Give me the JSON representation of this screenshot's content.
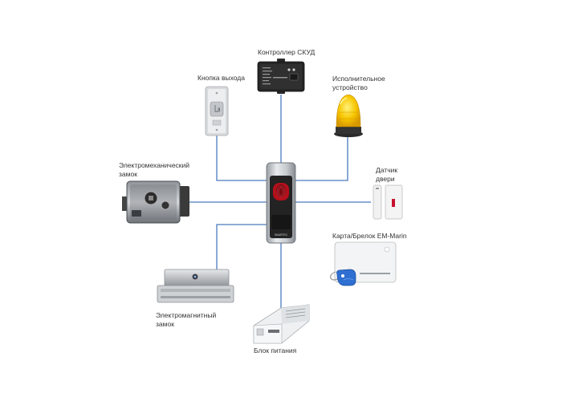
{
  "diagram": {
    "colors": {
      "connector": "#4a7bbf",
      "lamp": "#f2c200"
    },
    "nodes": {
      "controller": {
        "label": "Контроллер СКУД",
        "icon": "controller-box-icon"
      },
      "exit_button": {
        "label": "Кнопка выхода",
        "icon": "exit-button-icon"
      },
      "actuator": {
        "label_line1": "Исполнительное",
        "label_line2": "устройство",
        "icon": "signal-lamp-icon"
      },
      "electromech_lock": {
        "label_line1": "Электромеханический",
        "label_line2": "замок",
        "icon": "electromechanical-lock-icon"
      },
      "reader": {
        "brand": "SMARTEC",
        "icon": "fingerprint-reader-icon"
      },
      "door_sensor": {
        "label_line1": "Датчик",
        "label_line2": "двери",
        "icon": "door-sensor-icon"
      },
      "card": {
        "label": "Карта/Брелок EM-Marin",
        "icon": "proximity-card-icon"
      },
      "mag_lock": {
        "label_line1": "Электромагнитный",
        "label_line2": "замок",
        "icon": "magnetic-lock-icon"
      },
      "power_supply": {
        "label": "Блок питания",
        "icon": "power-supply-icon"
      }
    }
  }
}
